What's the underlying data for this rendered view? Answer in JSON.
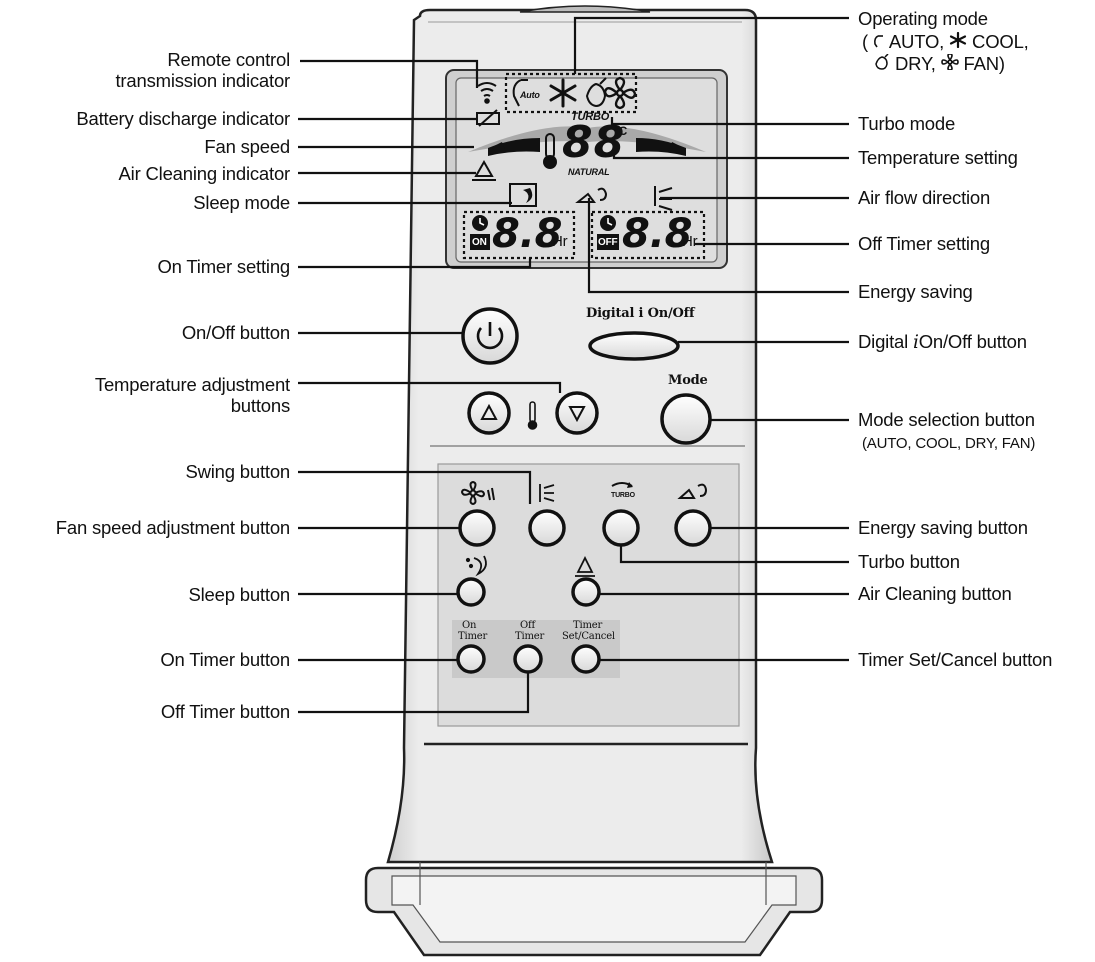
{
  "lcd": {
    "temp_digits": "88",
    "temp_unit": "°C",
    "turbo_text": "TURBO",
    "natural_text": "NATURAL",
    "on_timer_digits": "8.8",
    "off_timer_digits": "8.8",
    "hr_text": "Hr",
    "on_tag": "ON",
    "off_tag": "OFF",
    "auto_tag": "Auto"
  },
  "remote": {
    "digital_i_label": "Digital i On/Off",
    "mode_label": "Mode",
    "on_timer_text": [
      "On",
      "Timer"
    ],
    "off_timer_text": [
      "Off",
      "Timer"
    ],
    "timer_set_text": [
      "Timer",
      "Set/Cancel"
    ],
    "turbo_tag": "TURBO"
  },
  "labels_left": {
    "remote_transmission": [
      "Remote control",
      "transmission indicator"
    ],
    "battery_discharge": "Battery discharge indicator",
    "fan_speed": "Fan speed",
    "air_cleaning_indicator": "Air Cleaning indicator",
    "sleep_mode": "Sleep mode",
    "on_timer_setting": "On Timer setting",
    "onoff_button": "On/Off button",
    "temp_adjust": [
      "Temperature adjustment",
      "buttons"
    ],
    "swing_button": "Swing button",
    "fan_speed_adjust": "Fan speed adjustment button",
    "sleep_button": "Sleep button",
    "on_timer_button": "On Timer button",
    "off_timer_button": "Off Timer button"
  },
  "labels_right": {
    "operating_mode": "Operating mode",
    "operating_mode_items": [
      "AUTO,",
      "COOL,",
      "DRY,",
      "FAN)"
    ],
    "turbo_mode": "Turbo mode",
    "temperature_setting": "Temperature setting",
    "air_flow_direction": "Air flow direction",
    "off_timer_setting": "Off Timer setting",
    "energy_saving": "Energy saving",
    "digital_i_button": [
      "Digital",
      "i",
      "On/Off button"
    ],
    "mode_selection": "Mode selection button",
    "mode_selection_sub": "(AUTO, COOL, DRY, FAN)",
    "energy_saving_button": "Energy saving button",
    "turbo_button": "Turbo button",
    "air_cleaning_button": "Air Cleaning button",
    "timer_set_cancel_button": "Timer Set/Cancel button"
  },
  "colors": {
    "body": "#e9e9e9",
    "lcd": "#dcdcdc",
    "panel": "#d6d6d6",
    "line": "#111111"
  }
}
